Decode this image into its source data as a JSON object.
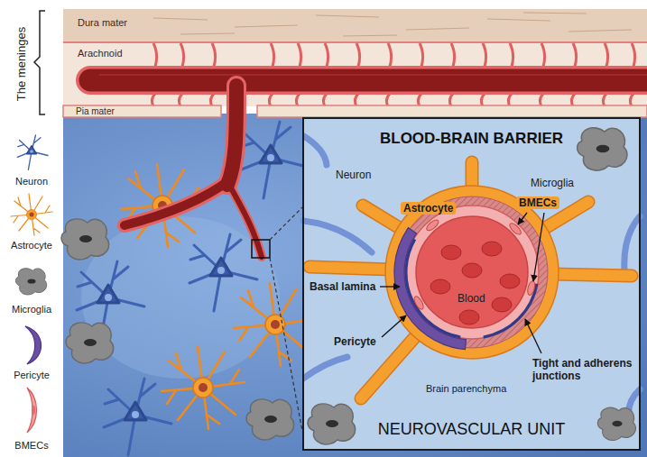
{
  "diagram": {
    "nodes": [
      {
        "text": [
          "Dura mater"
        ]
      },
      {
        "text": [
          "Arachnoid"
        ]
      },
      {
        "text": [
          "Pia mater"
        ]
      },
      {
        "text": [
          "BLOOD-BRAIN BARRIER",
          "NEUROVASCULAR UNIT"
        ]
      }
    ],
    "labels": [
      "The meninges",
      "Neuron",
      "Microglia",
      "Astrocyte",
      "BMECs",
      "Basal lamina",
      "Blood",
      "Pericyte",
      "Tight and adherens junctions",
      "Brain parenchyma"
    ],
    "legend": [
      {
        "text": "Neuron"
      },
      {
        "text": "Astrocyte"
      },
      {
        "text": "Microglia"
      },
      {
        "text": "Pericyte"
      },
      {
        "text": "BMECs"
      }
    ]
  }
}
